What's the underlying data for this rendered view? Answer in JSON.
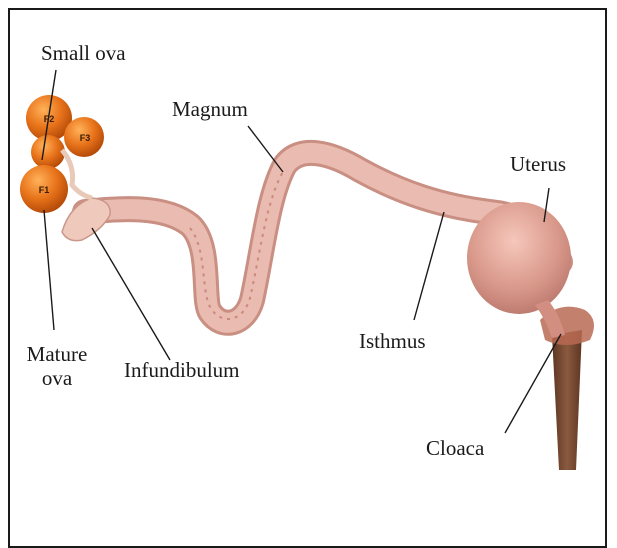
{
  "labels": {
    "small_ova": "Small ova",
    "magnum": "Magnum",
    "uterus": "Uterus",
    "mature_ova_line1": "Mature",
    "mature_ova_line2": "ova",
    "infundibulum": "Infundibulum",
    "isthmus": "Isthmus",
    "cloaca": "Cloaca"
  },
  "follicle_tags": [
    "F2",
    "F3",
    "F1"
  ],
  "colors": {
    "ova": "#e8731a",
    "oviduct": "#e6aea2",
    "uterus": "#d79688",
    "cloaca": "#7a4b34",
    "leader": "#1a1a1a"
  }
}
